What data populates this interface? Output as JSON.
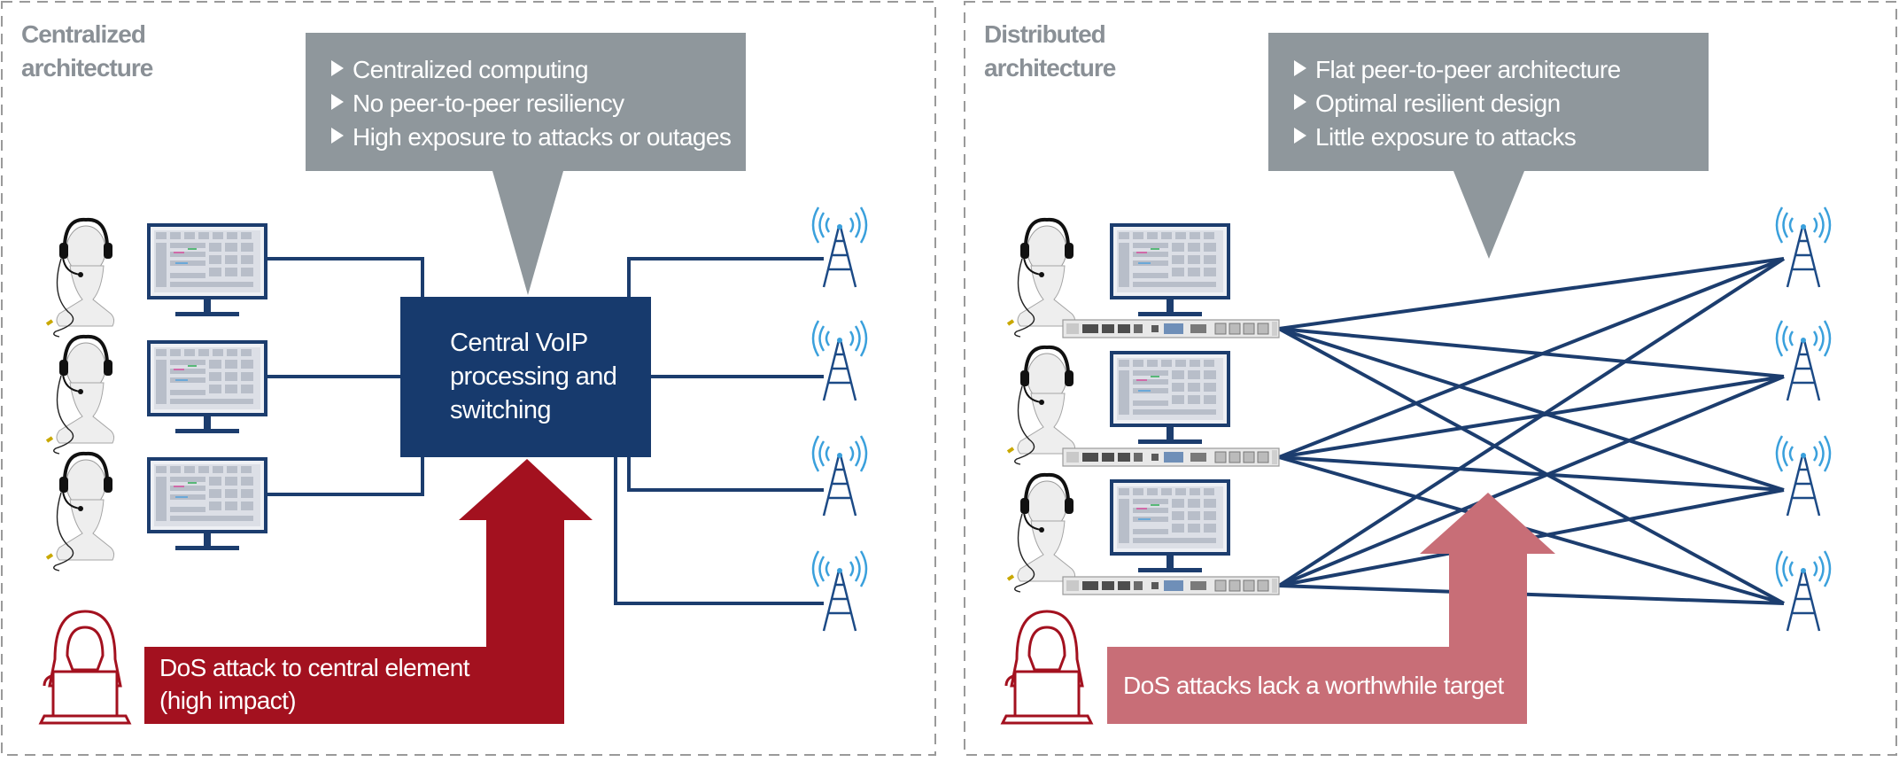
{
  "colors": {
    "navy": "#1c3d6e",
    "central_box": "#173a6d",
    "callout_gray": "#8f979c",
    "title_gray": "#8a9096",
    "attack_red": "#a3111f",
    "attack_pink": "#c86e77",
    "antenna_blue": "#1c4a86",
    "wave_blue": "#3aa0dc",
    "hacker_red": "#a3111f",
    "border_dash": "#9a9a9a"
  },
  "icons": {
    "operator": "headset-operator-icon",
    "monitor": "touchscreen-monitor-icon",
    "antenna": "radio-tower-icon",
    "hacker": "hooded-hacker-laptop-icon",
    "rack": "rack-gateway-unit-icon"
  },
  "centralized": {
    "title_line1": "Centralized",
    "title_line2": "architecture",
    "bullets": [
      "Centralized computing",
      "No peer-to-peer resiliency",
      "High exposure to attacks or outages"
    ],
    "central_box": [
      "Central VoIP",
      "processing and",
      "switching"
    ],
    "attack_lines": [
      "DoS attack to central element",
      "(high impact)"
    ]
  },
  "distributed": {
    "title_line1": "Distributed",
    "title_line2": "architecture",
    "bullets": [
      "Flat peer-to-peer architecture",
      "Optimal resilient design",
      "Little exposure to attacks"
    ],
    "attack_line": "DoS attacks lack a worthwhile target"
  }
}
